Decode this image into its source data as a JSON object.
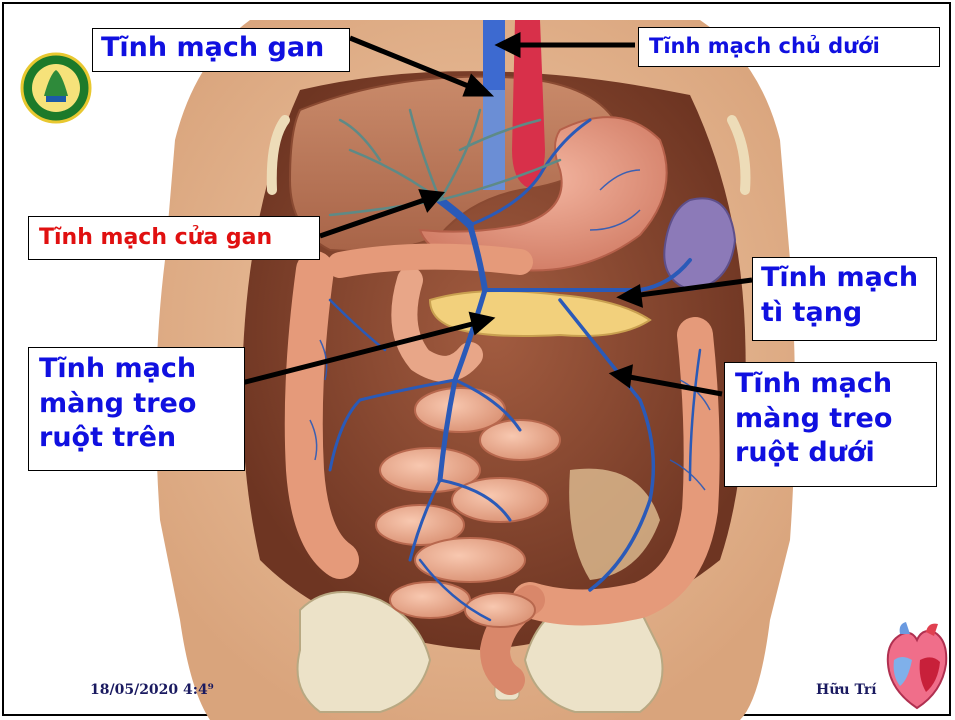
{
  "slide": {
    "labels": {
      "hepatic_vein": "Tĩnh mạch gan",
      "inferior_vena_cava": "Tĩnh mạch chủ dưới",
      "portal_vein": "Tĩnh mạch cửa gan",
      "splenic_vein": [
        "Tĩnh mạch",
        "tì tạng"
      ],
      "superior_mesenteric_vein": [
        "Tĩnh mạch",
        "màng treo",
        "ruột trên"
      ],
      "inferior_mesenteric_vein": [
        "Tĩnh mạch",
        "màng treo",
        "ruột dưới"
      ]
    },
    "footer": {
      "date": "18/05/2020 4:4⁹",
      "author": "Hữu Trí"
    },
    "colors": {
      "label_text": "#1010e0",
      "portal_label_text": "#e01010",
      "vein": "#2a5ab8",
      "artery": "#d8304a"
    }
  }
}
